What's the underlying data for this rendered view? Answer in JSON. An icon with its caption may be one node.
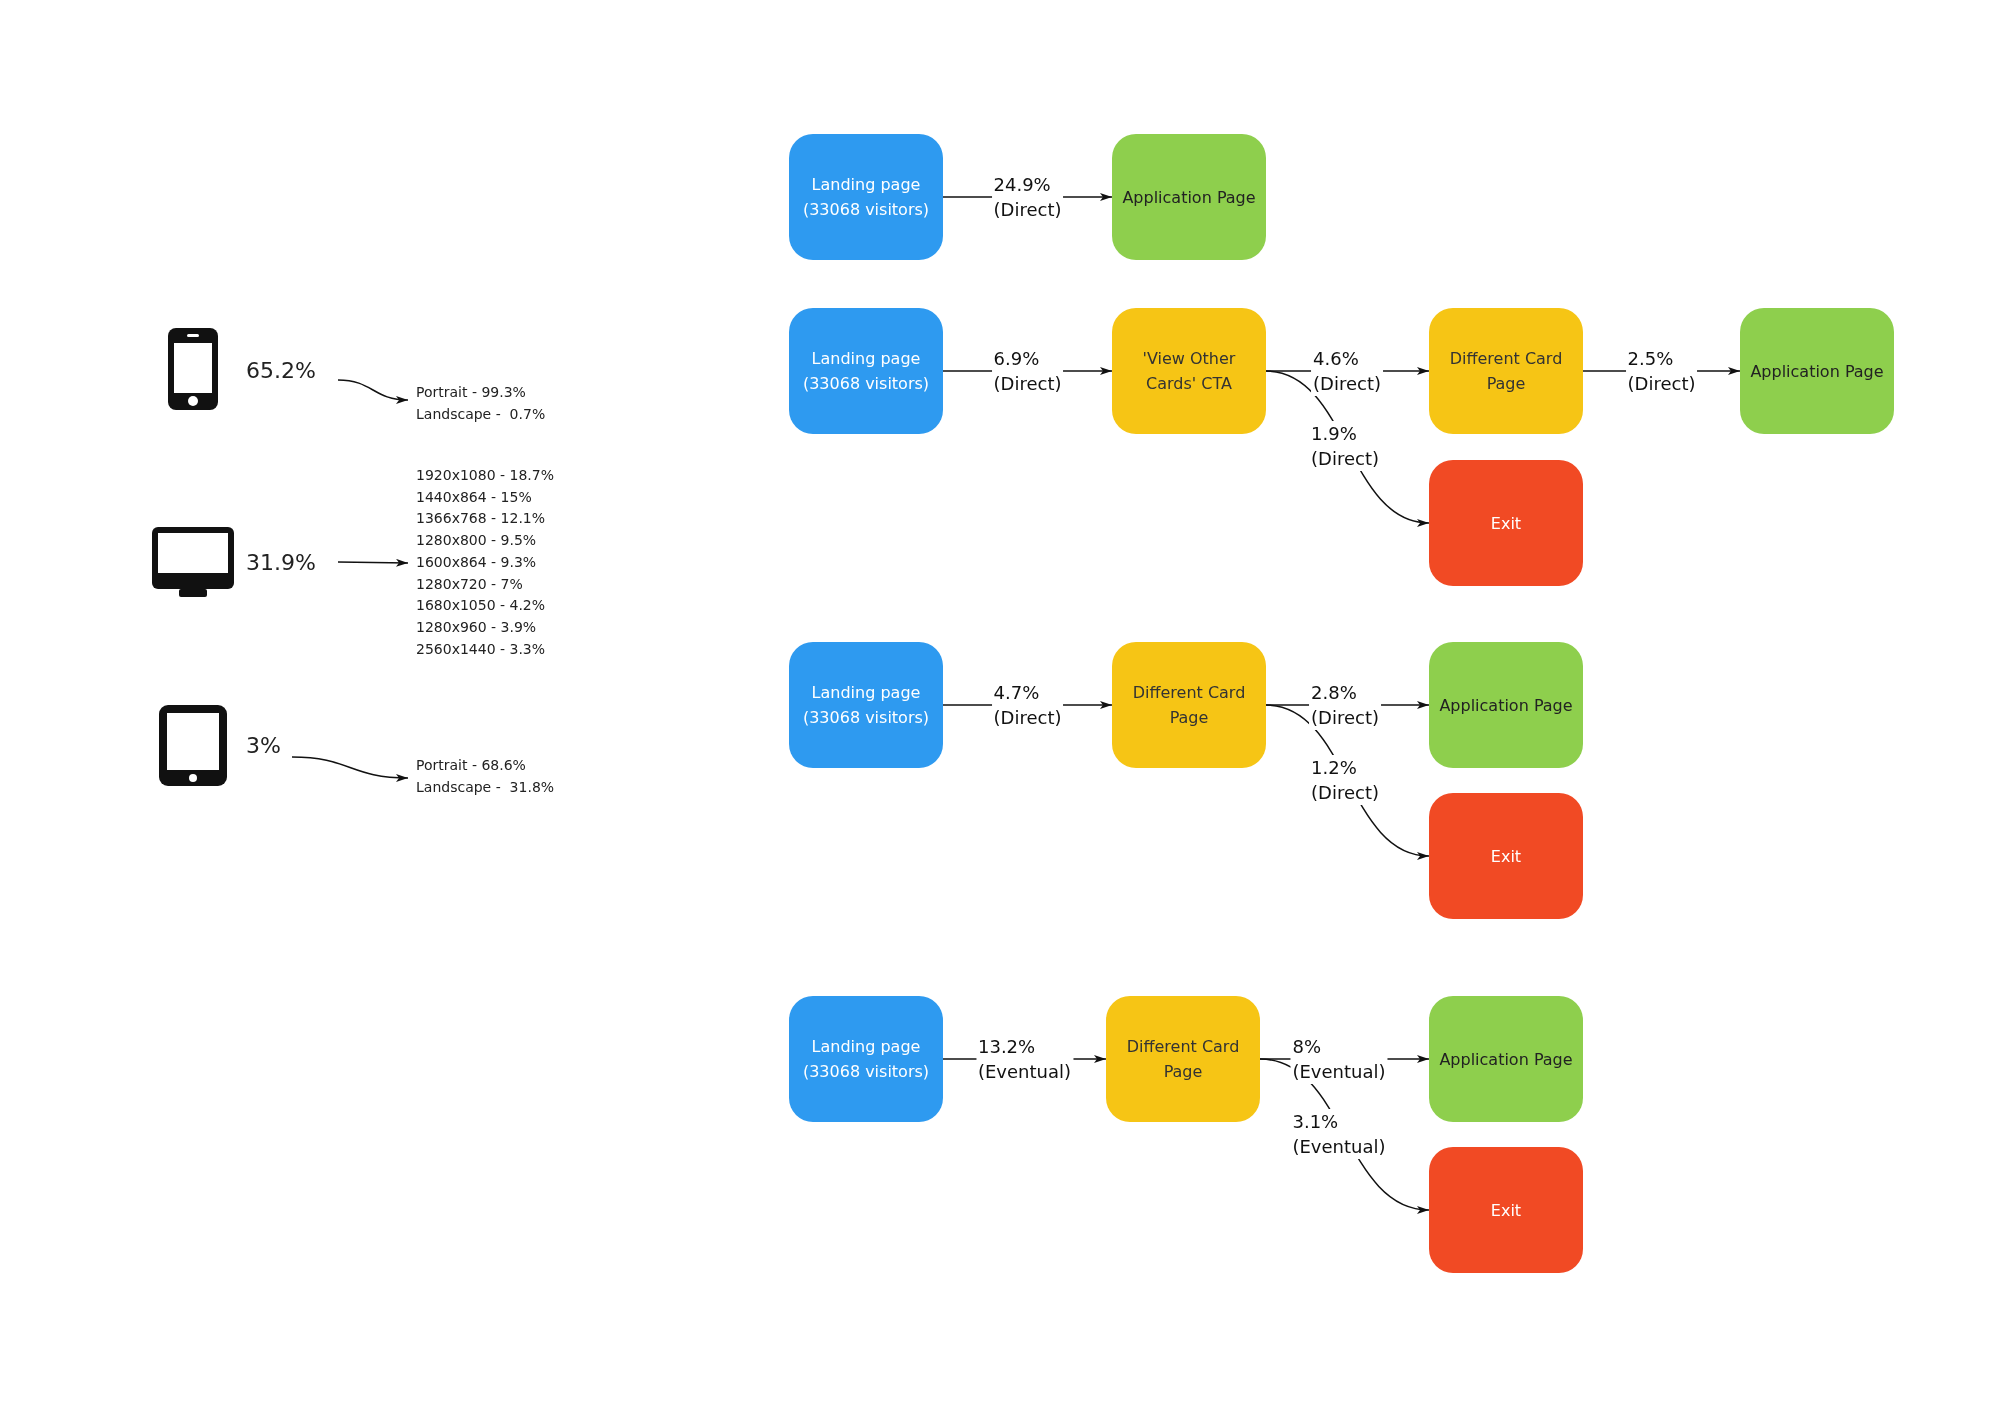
{
  "diagram": {
    "nodes": [
      {
        "text": [
          "65.2%"
        ]
      },
      {
        "text": [
          "Portrait - 99.3%",
          "Landscape -  0.7%"
        ]
      },
      {
        "text": [
          "31.9%"
        ]
      },
      {
        "text": [
          "1920x1080 - 18.7%",
          "1440x864 - 15%",
          "1366x768 - 12.1%",
          "1280x800 - 9.5%",
          "1600x864 - 9.3%",
          "1280x720 - 7%",
          "1680x1050 - 4.2%",
          "1280x960 - 3.9%",
          "2560x1440 - 3.3%"
        ]
      },
      {
        "text": [
          "3%"
        ]
      },
      {
        "text": [
          "Portrait - 68.6%",
          "Landscape -  31.8%"
        ]
      },
      {
        "text": [
          "Landing page (33068 visitors)"
        ]
      },
      {
        "text": [
          "Application Page"
        ]
      },
      {
        "text": [
          "Landing page (33068 visitors)"
        ]
      },
      {
        "text": [
          "'View Other Cards' CTA"
        ]
      },
      {
        "text": [
          "Different Card Page"
        ]
      },
      {
        "text": [
          "Application Page"
        ]
      },
      {
        "text": [
          "Exit"
        ]
      },
      {
        "text": [
          "Landing page (33068 visitors)"
        ]
      },
      {
        "text": [
          "Different Card Page"
        ]
      },
      {
        "text": [
          "Application Page"
        ]
      },
      {
        "text": [
          "Exit"
        ]
      },
      {
        "text": [
          "Landing page (33068 visitors)"
        ]
      },
      {
        "text": [
          "Different Card Page"
        ]
      },
      {
        "text": [
          "Application Page"
        ]
      },
      {
        "text": [
          "Exit"
        ]
      }
    ],
    "edges": [
      {
        "from": 0,
        "to": 1,
        "arrow": "to"
      },
      {
        "from": 2,
        "to": 3,
        "arrow": "to"
      },
      {
        "from": 4,
        "to": 5,
        "arrow": "to"
      },
      {
        "from": 6,
        "to": 7,
        "arrow": "to",
        "label": "24.9% (Direct)"
      },
      {
        "from": 8,
        "to": 9,
        "arrow": "to",
        "label": "6.9% (Direct)"
      },
      {
        "from": 9,
        "to": 10,
        "arrow": "to",
        "label": "4.6% (Direct)"
      },
      {
        "from": 10,
        "to": 11,
        "arrow": "to",
        "label": "2.5% (Direct)"
      },
      {
        "from": 9,
        "to": 12,
        "arrow": "to",
        "label": "1.9% (Direct)"
      },
      {
        "from": 13,
        "to": 14,
        "arrow": "to",
        "label": "4.7% (Direct)"
      },
      {
        "from": 14,
        "to": 15,
        "arrow": "to",
        "label": "2.8% (Direct)"
      },
      {
        "from": 14,
        "to": 16,
        "arrow": "to",
        "label": "1.2% (Direct)"
      },
      {
        "from": 17,
        "to": 18,
        "arrow": "to",
        "label": "13.2% (Eventual)"
      },
      {
        "from": 18,
        "to": 19,
        "arrow": "to",
        "label": "8% (Eventual)"
      },
      {
        "from": 18,
        "to": 20,
        "arrow": "to",
        "label": "3.1% (Eventual)"
      }
    ]
  }
}
